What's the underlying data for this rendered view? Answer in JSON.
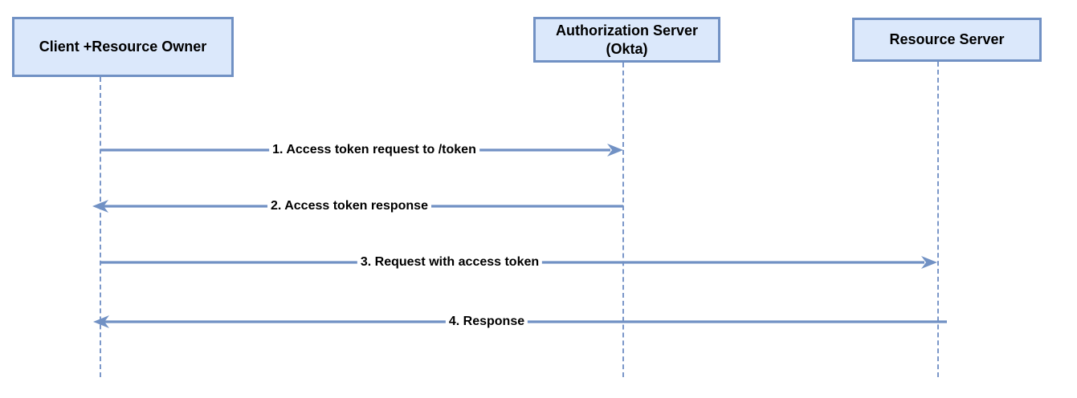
{
  "colors": {
    "actor_fill": "#dbe8fb",
    "stroke": "#7191c4",
    "label_text": "#000000",
    "canvas_bg": "#ffffff"
  },
  "actors": [
    {
      "name": "client",
      "label": "Client +Resource Owner"
    },
    {
      "name": "authorization-server",
      "label": "Authorization Server (Okta)",
      "label_line1": "Authorization Server",
      "label_line2": "(Okta)"
    },
    {
      "name": "resource-server",
      "label": "Resource Server"
    }
  ],
  "messages": [
    {
      "step": 1,
      "label": "1. Access token request to /token",
      "from": "Client +Resource Owner",
      "to": "Authorization Server (Okta)",
      "direction": "right"
    },
    {
      "step": 2,
      "label": "2. Access token response",
      "from": "Authorization Server (Okta)",
      "to": "Client +Resource Owner",
      "direction": "left"
    },
    {
      "step": 3,
      "label": "3. Request with access token",
      "from": "Client +Resource Owner",
      "to": "Resource Server",
      "direction": "right"
    },
    {
      "step": 4,
      "label": "4. Response",
      "from": "Resource Server",
      "to": "Client +Resource Owner",
      "direction": "left"
    }
  ]
}
